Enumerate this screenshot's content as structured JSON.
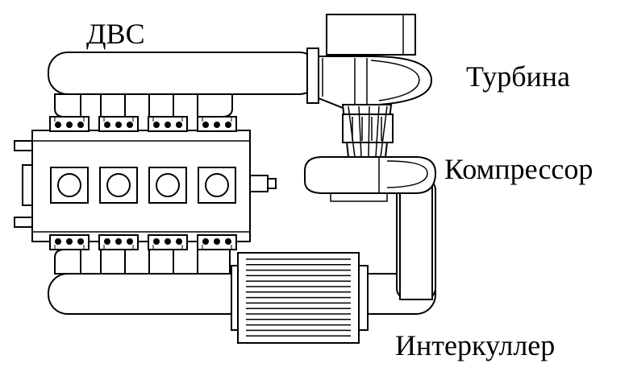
{
  "labels": {
    "engine": "ДВС",
    "turbine": "Турбина",
    "compressor": "Компрессор",
    "intercooler": "Интеркуллер"
  },
  "colors": {
    "line": "#000000",
    "background": "#ffffff"
  }
}
